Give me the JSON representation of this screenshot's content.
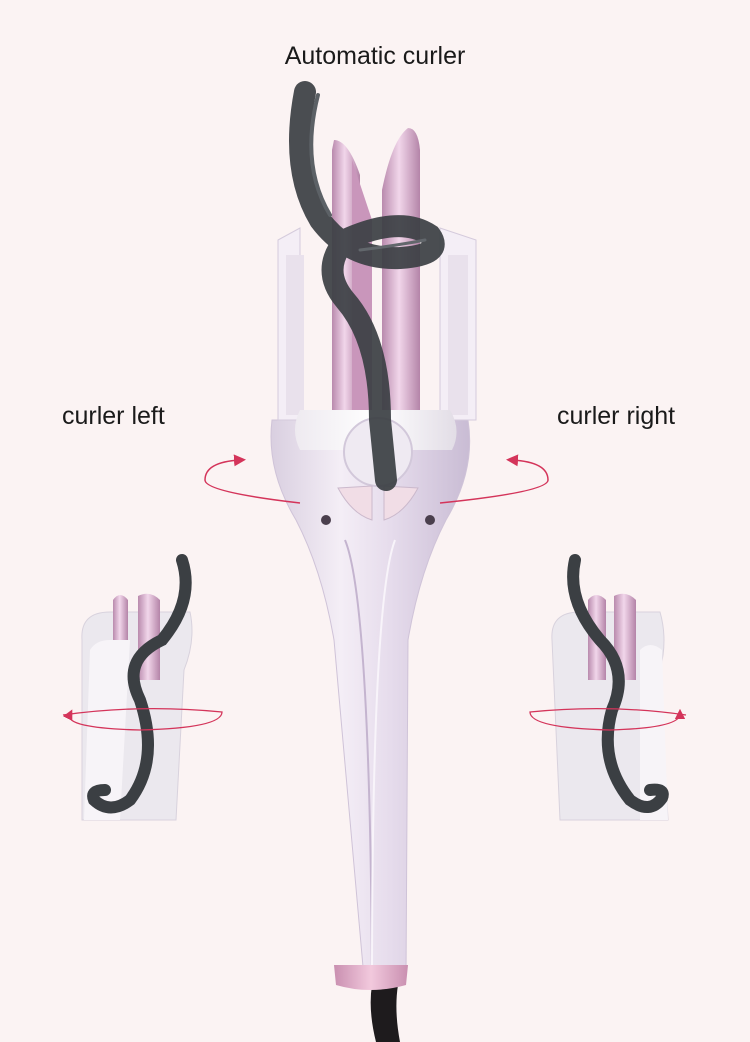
{
  "title": "Automatic curler",
  "labels": {
    "left": "curler left",
    "right": "curler right"
  },
  "colors": {
    "background": "#fbf3f3",
    "body": "#ece3f0",
    "barrel": "#d7a9c9",
    "hair": "#3b3f43",
    "arrow": "#d4345a"
  }
}
